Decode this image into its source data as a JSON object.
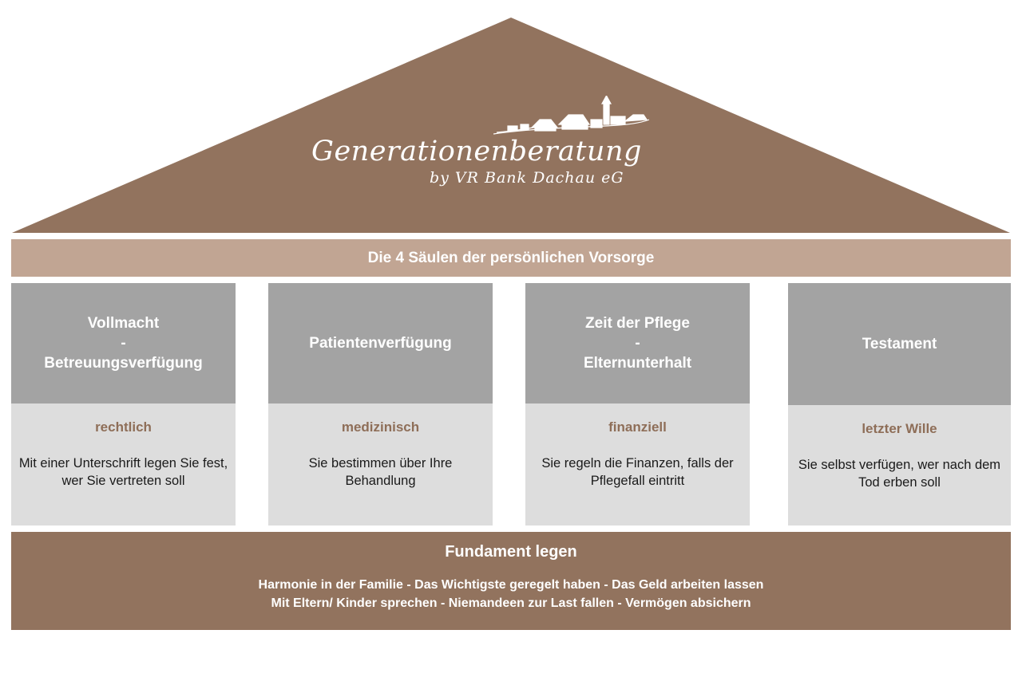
{
  "colors": {
    "roof": "#92735e",
    "band": "#c1a593",
    "pillar_head": "#a3a3a3",
    "pillar_body": "#dddddd",
    "accent_text": "#8e6e58",
    "foundation": "#92735e"
  },
  "brand": {
    "title": "Generationenberatung",
    "subtitle": "by VR Bank Dachau eG",
    "logo_icon": "village-skyline-icon"
  },
  "band": {
    "label": "Die 4 Säulen der persönlichen Vorsorge"
  },
  "pillars": [
    {
      "title_lines": [
        "Vollmacht",
        "-",
        "Betreuungsverfügung"
      ],
      "category": "rechtlich",
      "description": "Mit einer Unterschrift legen Sie fest, wer Sie vertreten soll"
    },
    {
      "title_lines": [
        "Patientenverfügung"
      ],
      "category": "medizinisch",
      "description": "Sie bestimmen über Ihre Behandlung"
    },
    {
      "title_lines": [
        "Zeit der Pflege",
        "-",
        "Elternunterhalt"
      ],
      "category": "finanziell",
      "description": "Sie regeln die Finanzen, falls der Pflegefall eintritt"
    },
    {
      "title_lines": [
        "Testament"
      ],
      "category": "letzter Wille",
      "description": "Sie selbst verfügen, wer nach dem Tod erben soll"
    }
  ],
  "foundation": {
    "title": "Fundament legen",
    "lines": [
      "Harmonie in der Familie - Das Wichtigste geregelt haben - Das Geld arbeiten lassen",
      "Mit Eltern/ Kinder sprechen - Niemandeen zur Last fallen - Vermögen absichern"
    ]
  }
}
